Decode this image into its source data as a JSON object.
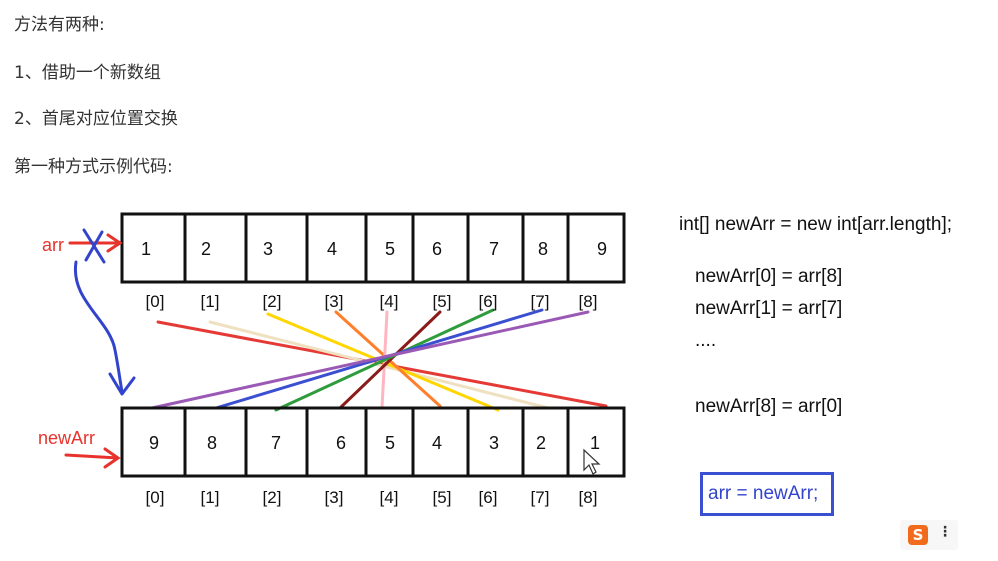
{
  "intro": {
    "heading": "方法有两种:",
    "method1": "1、借助一个新数组",
    "method2": "2、首尾对应位置交换",
    "example_heading": "第一种方式示例代码:"
  },
  "diagram": {
    "arr_label": "arr",
    "newarr_label": "newArr",
    "arr_values": [
      "1",
      "2",
      "3",
      "4",
      "5",
      "6",
      "7",
      "8",
      "9"
    ],
    "newarr_values": [
      "9",
      "8",
      "7",
      "6",
      "5",
      "4",
      "3",
      "2",
      "1"
    ],
    "indices": [
      "[0]",
      "[1]",
      "[2]",
      "[3]",
      "[4]",
      "[5]",
      "[6]",
      "[7]",
      "[8]"
    ],
    "colors": {
      "annotation_red": "#e8322c",
      "annotation_blue": "#3344cc",
      "box_border": "#111111"
    },
    "mapping_line_colors": [
      "#e53935",
      "#efe0c0",
      "#ffd600",
      "#ff7f2a",
      "#ffb6c1",
      "#8b1a1a",
      "#2e9b3c",
      "#3b4fd1",
      "#9b59b6"
    ]
  },
  "code": {
    "line1": "int[] newArr = new int[arr.length];",
    "line2": "newArr[0] = arr[8]",
    "line3": "newArr[1] = arr[7]",
    "ellipsis": "....",
    "line4": "newArr[8] = arr[0]",
    "assign": "arr = newArr;"
  },
  "ime": {
    "logo": "S",
    "menu": "⋮"
  }
}
